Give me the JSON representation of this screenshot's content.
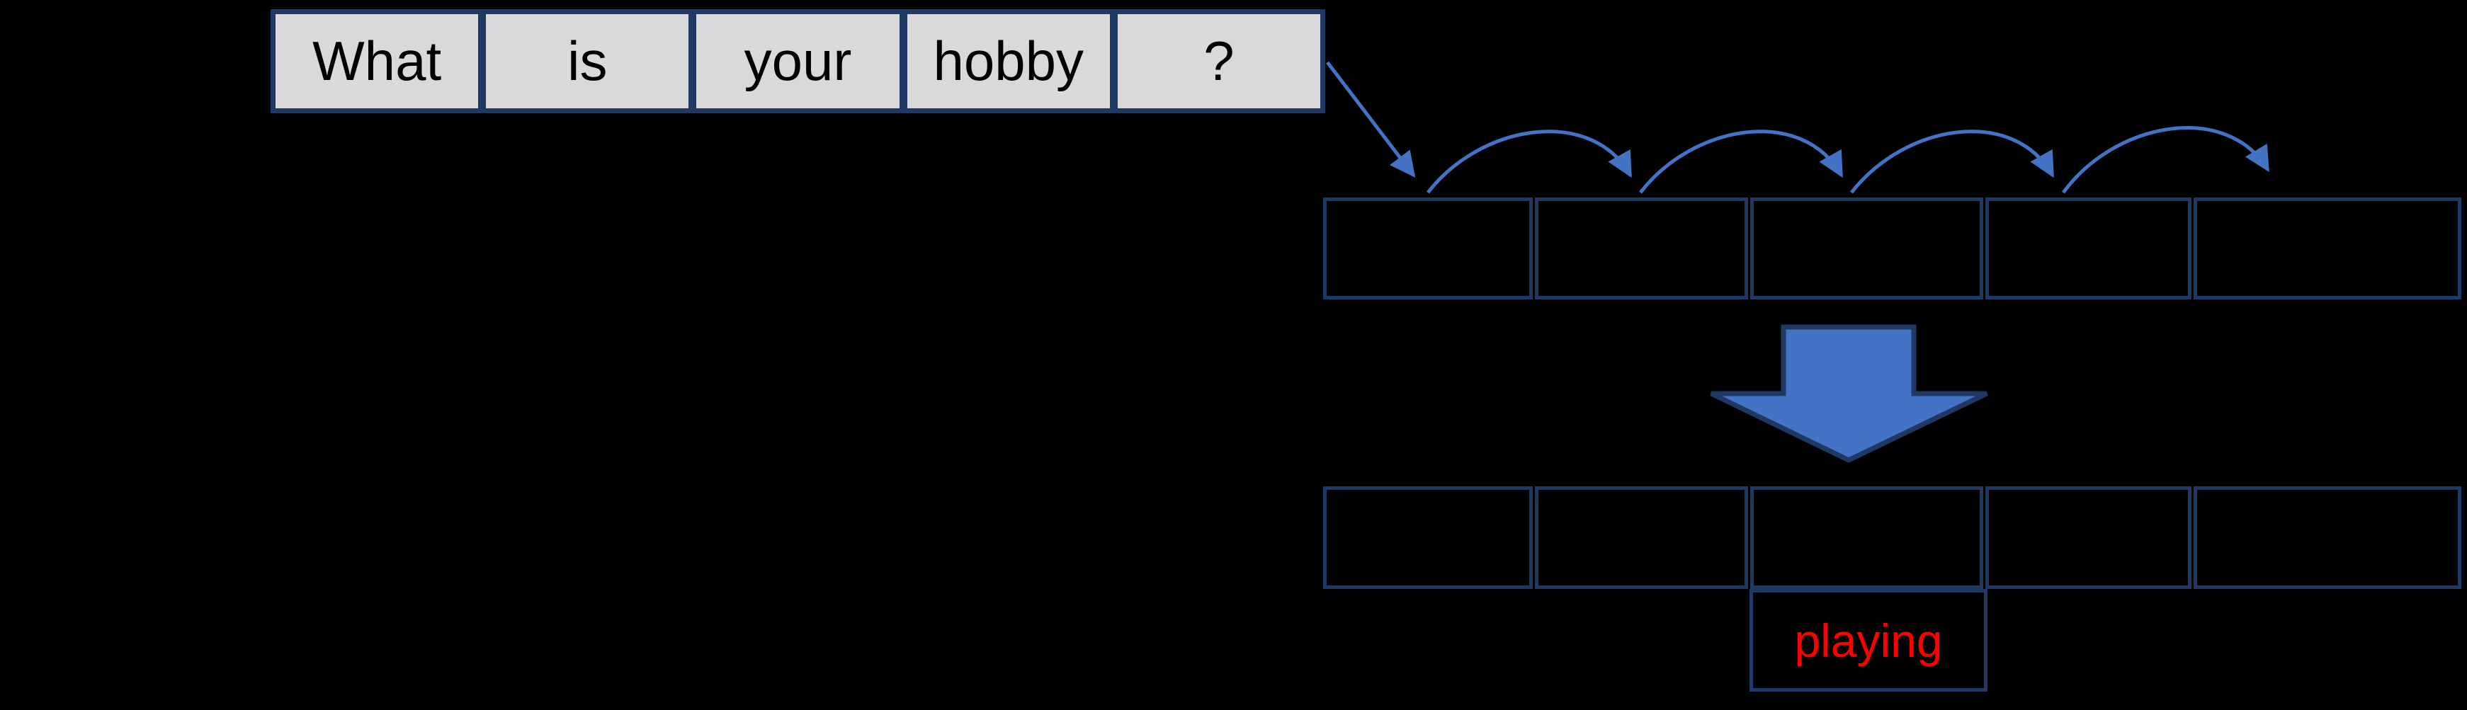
{
  "sentence": {
    "words": [
      "What",
      "is",
      "your",
      "hobby",
      "?"
    ]
  },
  "encoder_row": {
    "cells": [
      "",
      "",
      "",
      "",
      ""
    ]
  },
  "output_row": {
    "cells": [
      "",
      "",
      "",
      "",
      ""
    ]
  },
  "prediction": {
    "label": "playing"
  },
  "icons": {
    "pointer_arrow": "diagonal-pointer-arrow-icon",
    "hop_arc": "hop-arc-icon",
    "transform_arrow": "big-down-arrow-icon"
  },
  "colors": {
    "background": "#000000",
    "box_border": "#1F3864",
    "word_cell_fill": "#D9D9D9",
    "word_text": "#000000",
    "arrow_blue": "#4472C4",
    "prediction_text": "#FF0000"
  }
}
